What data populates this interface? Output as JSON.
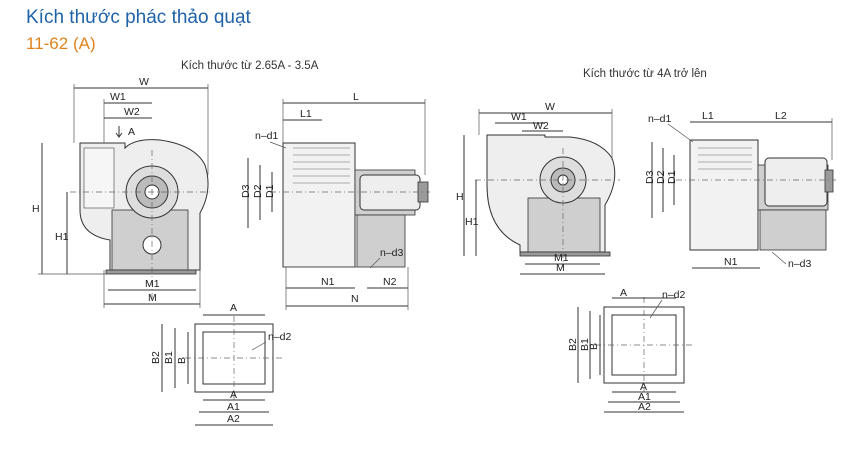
{
  "header": {
    "title": "Kích thước phác thảo quạt",
    "model": "11-62 (A)"
  },
  "captions": {
    "small_range": "Kích thước từ 2.65A - 3.5A",
    "large_range": "Kích thước từ 4A trở lên"
  },
  "dimension_labels": {
    "W": "W",
    "W1": "W1",
    "W2": "W2",
    "A": "A",
    "H": "H",
    "H1": "H1",
    "M": "M",
    "M1": "M1",
    "L": "L",
    "L1": "L1",
    "L2": "L2",
    "D1": "D1",
    "D2": "D2",
    "D3": "D3",
    "N": "N",
    "N1": "N1",
    "N2": "N2",
    "nd1": "n–d1",
    "nd2": "n–d2",
    "nd3": "n–d3",
    "A1": "A1",
    "A2": "A2",
    "B": "B",
    "B1": "B1",
    "B2": "B2"
  },
  "colors": {
    "title": "#1e63a8",
    "model": "#e0821e"
  }
}
